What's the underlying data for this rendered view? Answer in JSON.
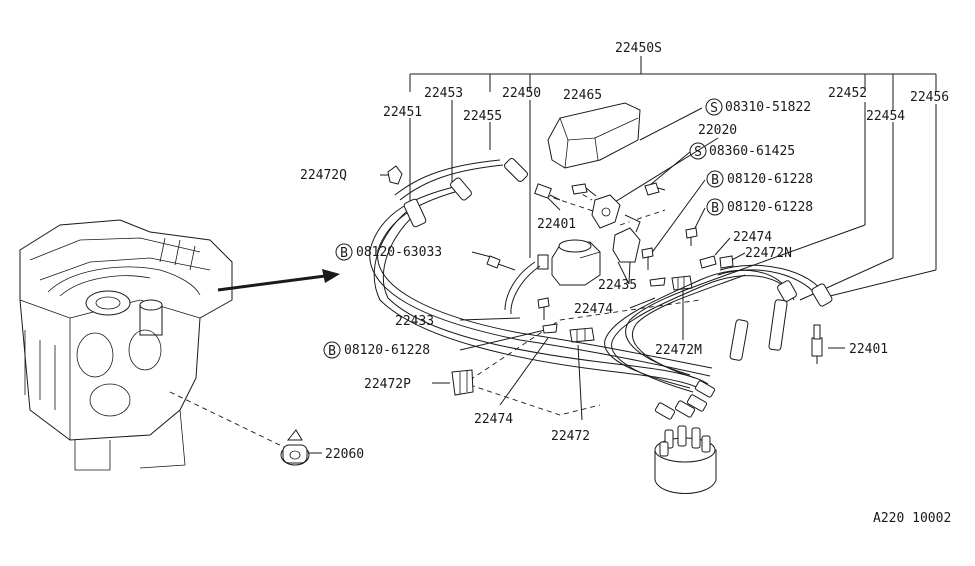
{
  "labels": {
    "l22450s": "22450S",
    "l22453": "22453",
    "l22450": "22450",
    "l22465": "22465",
    "l22451": "22451",
    "l22455": "22455",
    "l22452": "22452",
    "l22456": "22456",
    "l22454": "22454",
    "s08310": "08310-51822",
    "l22020": "22020",
    "s08360": "08360-61425",
    "b08120a": "08120-61228",
    "b08120b": "08120-61228",
    "l22472q": "22472Q",
    "l22401a": "22401",
    "b08120c": "08120-63033",
    "l22474a": "22474",
    "l22472n": "22472N",
    "l22435": "22435",
    "l22474b": "22474",
    "l22433": "22433",
    "l22472m": "22472M",
    "b08120d": "08120-61228",
    "l22401b": "22401",
    "l22472p": "22472P",
    "l22474c": "22474",
    "l22472": "22472",
    "l22060": "22060",
    "code": "A220 10002"
  },
  "markers": {
    "s": "S",
    "b": "B"
  }
}
